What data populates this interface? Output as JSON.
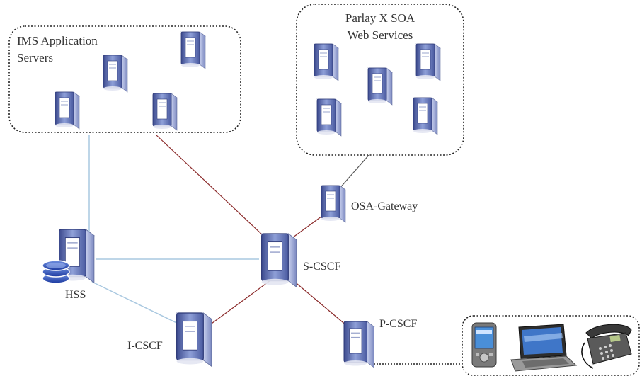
{
  "groups": {
    "ims": {
      "title_line1": "IMS Application",
      "title_line2": "Servers"
    },
    "parlay": {
      "title_line1": "Parlay X SOA",
      "title_line2": "Web Services"
    }
  },
  "nodes": {
    "osa_gateway": "OSA-Gateway",
    "s_cscf": "S-CSCF",
    "hss": "HSS",
    "i_cscf": "I-CSCF",
    "p_cscf": "P-CSCF"
  },
  "devices": [
    "pda-device",
    "laptop-device",
    "desk-phone-device"
  ],
  "colors": {
    "signalling_link": "#8b2a2a",
    "data_link": "#a9c8e0",
    "server_body": "#5a6aa8",
    "group_border": "#222222"
  }
}
